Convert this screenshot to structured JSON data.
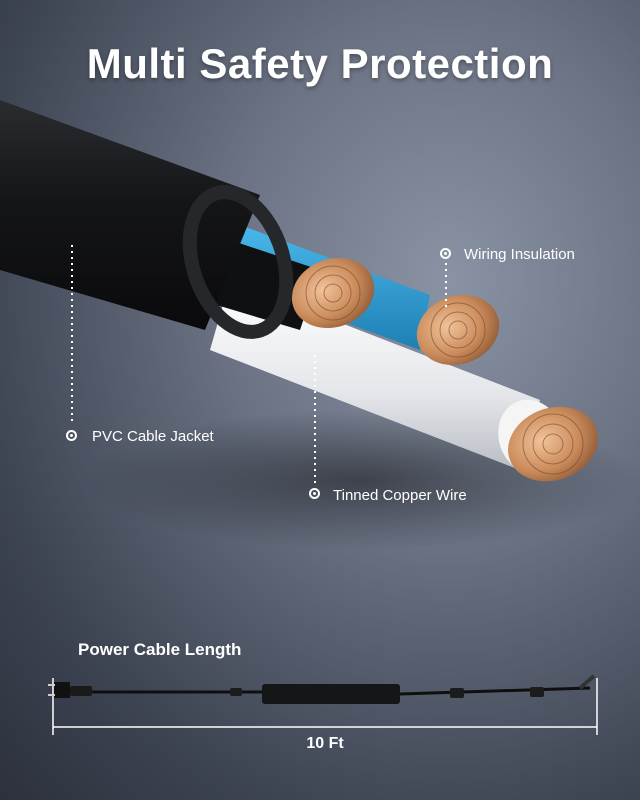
{
  "title": "Multi Safety Protection",
  "callouts": {
    "wiring_insulation": "Wiring Insulation",
    "pvc_cable_jacket": "PVC Cable Jacket",
    "tinned_copper_wire": "Tinned Copper Wire"
  },
  "power_cable": {
    "heading": "Power Cable Length",
    "length": "10 Ft"
  },
  "colors": {
    "jacket": "#141517",
    "blue_wire": "#2fa0d8",
    "white_wire": "#eeeeee",
    "copper": "#c98a5a"
  }
}
